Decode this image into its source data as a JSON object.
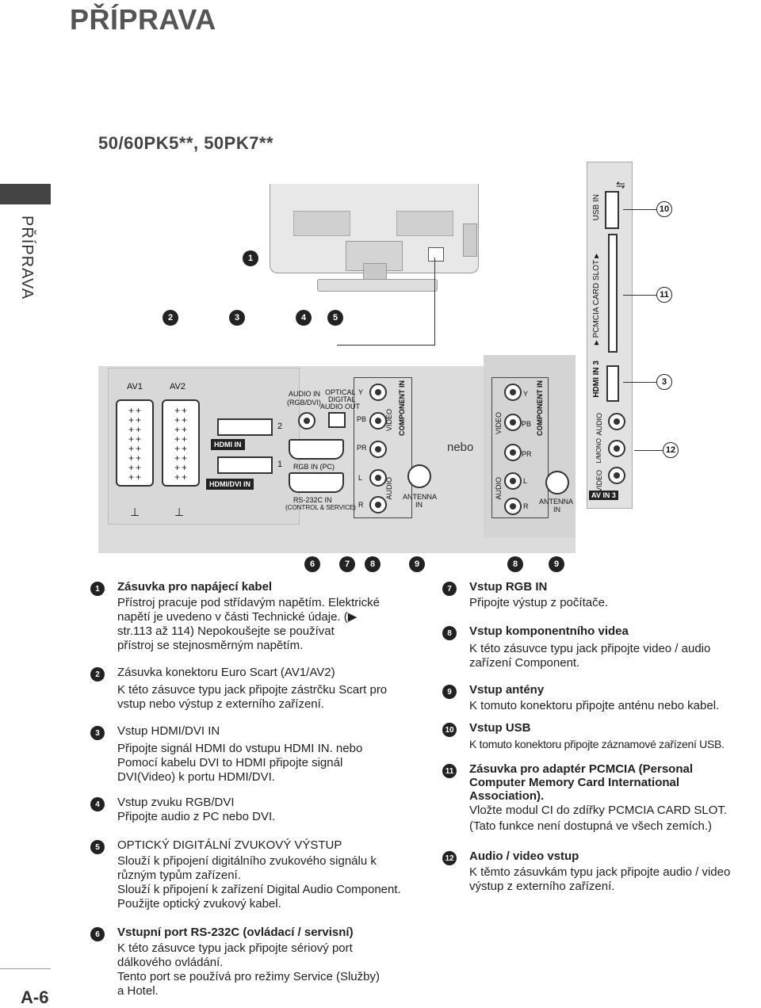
{
  "page": {
    "title": "PŘÍPRAVA",
    "side_label": "PŘÍPRAVA",
    "model": "50/60PK5**, 50PK7**",
    "page_number": "A-6"
  },
  "diagram": {
    "markers": [
      "1",
      "2",
      "3",
      "4",
      "5",
      "6",
      "7",
      "8",
      "9",
      "10",
      "11",
      "12"
    ],
    "labels": {
      "av1": "AV1",
      "av2": "AV2",
      "hdmi_in": "HDMI IN",
      "hdmi_dvi_in": "HDMI/DVI IN",
      "hdmi_2": "2",
      "hdmi_1": "1",
      "audio_in": "AUDIO IN",
      "audio_in_sub": "(RGB/DVI)",
      "optical": "OPTICAL",
      "optical_digital": "DIGITAL",
      "optical_out": "AUDIO OUT",
      "rgb_in": "RGB IN (PC)",
      "rs232": "RS-232C IN",
      "rs232_sub": "(CONTROL & SERVICE)",
      "y": "Y",
      "pb": "PB",
      "pr": "PR",
      "l": "L",
      "r": "R",
      "video": "VIDEO",
      "audio": "AUDIO",
      "component_in": "COMPONENT IN",
      "antenna_in": "ANTENNA",
      "antenna_in2": "IN",
      "nebo": "nebo",
      "usb_in": "USB IN",
      "pcmcia": "▼PCMCIA CARD SLOT▼",
      "hdmi_in3": "HDMI IN 3",
      "av_in3": "AV IN 3",
      "side_audio": "AUDIO",
      "side_video": "VIDEO",
      "side_lmono": "L/MONO"
    }
  },
  "items_left": [
    {
      "n": "1",
      "title": "Zásuvka pro napájecí kabel",
      "body": [
        "Přístroj pracuje pod střídavým napětím. Elektrické",
        "napětí je uvedeno v části Technické údaje. (▶",
        "str.113 až 114) Nepokoušejte se používat",
        "přístroj se stejnosměrným napětím."
      ]
    },
    {
      "n": "2",
      "title": "Zásuvka konektoru Euro Scart (AV1/AV2)",
      "body": [
        "K této zásuvce typu jack připojte zástrčku Scart pro",
        "vstup nebo výstup z  externího zařízení."
      ]
    },
    {
      "n": "3",
      "title": "Vstup HDMI/DVI IN",
      "body": [
        "Připojte signál HDMI do vstupu HDMI IN. nebo",
        "Pomocí kabelu DVI to HDMI připojte signál",
        "DVI(Video) k portu HDMI/DVI."
      ]
    },
    {
      "n": "4",
      "title": "Vstup zvuku RGB/DVI",
      "body": [
        "Připojte audio z PC nebo DVI."
      ]
    },
    {
      "n": "5",
      "title": "OPTICKÝ DIGITÁLNÍ ZVUKOVÝ VÝSTUP",
      "body": [
        "Slouží  k připojení  digitálního zvukového signálu k",
        "různým typům zařízení.",
        "Slouží k připojení k  zařízení Digital Audio Component.",
        "Použijte optický zvukový kabel."
      ]
    },
    {
      "n": "6",
      "title": "Vstupní port RS-232C (ovládací / servisní)",
      "body": [
        "K této zásuvce typu jack připojte sériový port",
        "dálkového ovládání.",
        "Tento port se používá pro režimy Service (Služby)",
        "a Hotel."
      ]
    }
  ],
  "items_right": [
    {
      "n": "7",
      "title": "Vstup RGB IN",
      "body": [
        "Připojte výstup z počítače."
      ]
    },
    {
      "n": "8",
      "title": "Vstup komponentního videa",
      "body": [
        "K této zásuvce typu jack připojte video / audio",
        "zařízení Component."
      ]
    },
    {
      "n": "9",
      "title": "Vstup antény",
      "body": [
        "K  tomuto konektoru připojte anténu nebo kabel."
      ]
    },
    {
      "n": "10",
      "title": "Vstup USB",
      "body": [
        "K  tomuto konektoru připojte záznamové zařízení USB."
      ]
    },
    {
      "n": "11",
      "title": "Zásuvka pro adaptér PCMCIA (Personal Computer Memory Card International Association).",
      "body": [
        "Vložte modul CI do zdířky PCMCIA CARD SLOT.",
        "(Tato funkce není dostupná ve všech zemích.)"
      ]
    },
    {
      "n": "12",
      "title": "Audio / video vstup",
      "body": [
        "K těmto zásuvkám typu jack připojte audio / video",
        "výstup z  externího zařízení."
      ]
    }
  ]
}
